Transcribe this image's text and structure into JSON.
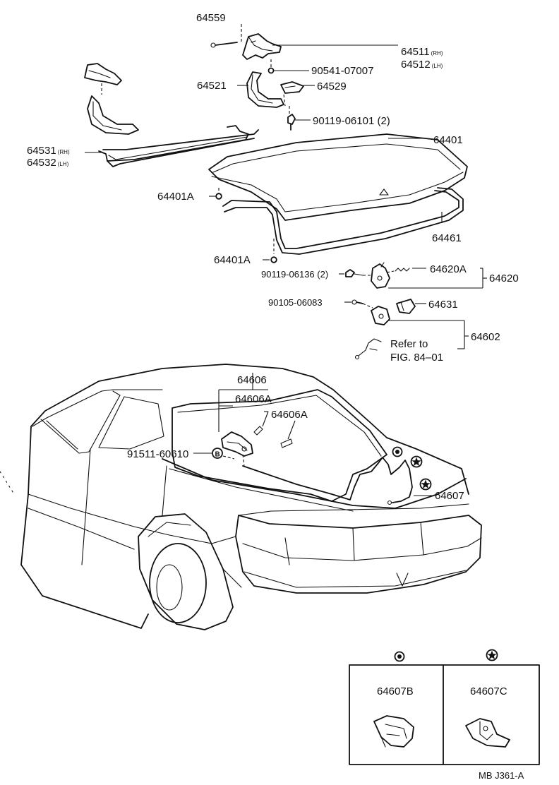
{
  "labels": {
    "p64559": "64559",
    "p64511": "64511",
    "p64511_side": "(RH)",
    "p64512": "64512",
    "p64512_side": "(LH)",
    "p90541": "90541-07007",
    "p64521": "64521",
    "p64529": "64529",
    "p90119_06101": "90119-06101 (2)",
    "p64531": "64531",
    "p64531_side": "(RH)",
    "p64532": "64532",
    "p64532_side": "(LH)",
    "p64401": "64401",
    "p64401A_top": "64401A",
    "p64461": "64461",
    "p64401A_bottom": "64401A",
    "p90119_06136": "90119-06136 (2)",
    "p64620A": "64620A",
    "p64620": "64620",
    "p90105": "90105-06083",
    "p64631": "64631",
    "p64602": "64602",
    "refer_line1": "Refer to",
    "refer_line2": "FIG. 84–01",
    "p64606": "64606",
    "p64606A_top": "64606A",
    "p64606A_right": "64606A",
    "p91511": "91511-60610",
    "clip_b": "B",
    "p64607": "64607",
    "p64607B": "64607B",
    "p64607C": "64607C",
    "footer_code": "MB J361-A"
  },
  "icons": {
    "dot_symbol": "circle-dot-icon",
    "star_symbol": "star-icon"
  },
  "colors": {
    "ink": "#111111",
    "paper": "#ffffff"
  }
}
